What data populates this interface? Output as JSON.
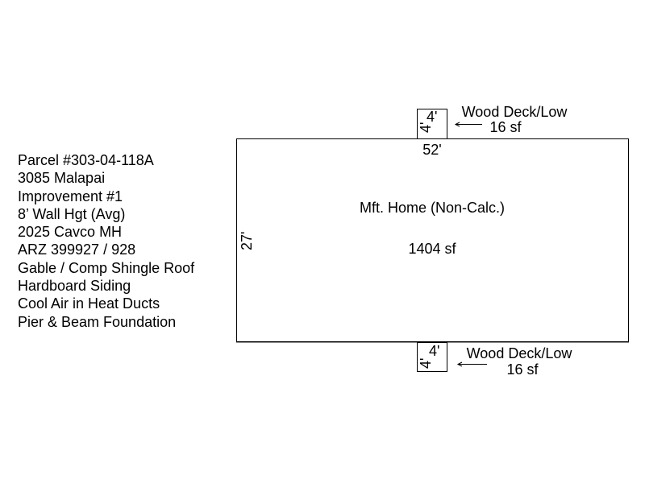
{
  "info_block": {
    "lines": [
      "Parcel #303-04-118A",
      "3085 Malapai",
      "Improvement #1",
      "8’ Wall Hgt (Avg)",
      "2025 Cavco MH",
      "ARZ 399927 / 928",
      "Gable / Comp Shingle Roof",
      "Hardboard Siding",
      "Cool Air in Heat Ducts",
      "Pier & Beam Foundation"
    ]
  },
  "main_structure": {
    "label": "Mft. Home (Non-Calc.)",
    "area": "1404 sf",
    "width_dim": "52'",
    "depth_dim": "27'"
  },
  "decks": [
    {
      "label": "Wood Deck/Low",
      "area": "16 sf",
      "width_dim": "4'",
      "depth_dim": "4'",
      "position": "top"
    },
    {
      "label": "Wood Deck/Low",
      "area": "16 sf",
      "width_dim": "4'",
      "depth_dim": "4'",
      "position": "bottom"
    }
  ],
  "colors": {
    "line": "#000000",
    "shadow": "#888888",
    "background": "#ffffff"
  }
}
